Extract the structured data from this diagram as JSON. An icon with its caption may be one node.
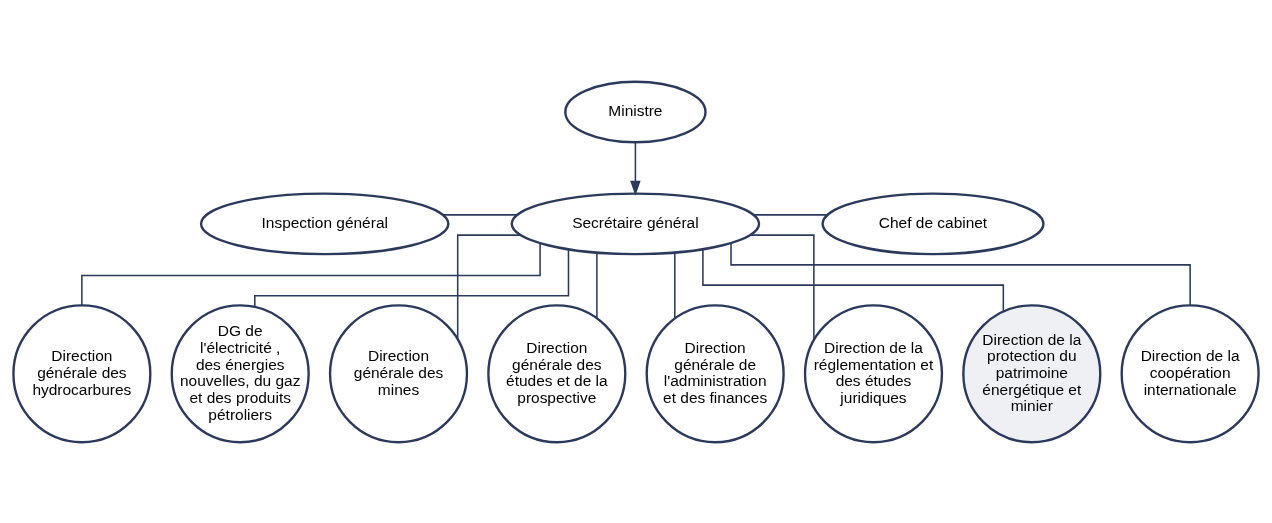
{
  "diagram": {
    "nodes": [
      {
        "text": [
          "Ministre"
        ]
      },
      {
        "text": [
          "Inspection général"
        ]
      },
      {
        "text": [
          "Secrétaire général"
        ]
      },
      {
        "text": [
          "Chef de cabinet"
        ]
      },
      {
        "text": [
          "Direction générale des hydrocarbures"
        ]
      },
      {
        "text": [
          "DG de l'électricité , des énergies nouvelles, du gaz et des produits pétroliers"
        ]
      },
      {
        "text": [
          "Direction générale des mines"
        ]
      },
      {
        "text": [
          "Direction générale des études et de la prospective"
        ]
      },
      {
        "text": [
          "Direction générale de l'administration et des finances"
        ]
      },
      {
        "text": [
          "Direction de la réglementation et des études juridiques"
        ]
      },
      {
        "text": [
          "Direction de la protection du patrimoine énergétique et minier"
        ]
      },
      {
        "text": [
          "Direction de la coopération internationale"
        ]
      }
    ],
    "edges": [
      {
        "from": 0,
        "to": 2,
        "arrow": "to"
      },
      {
        "from": 1,
        "to": 2,
        "arrow": "none"
      },
      {
        "from": 2,
        "to": 3,
        "arrow": "none"
      },
      {
        "from": 2,
        "to": 4,
        "arrow": "none"
      },
      {
        "from": 2,
        "to": 5,
        "arrow": "none"
      },
      {
        "from": 2,
        "to": 6,
        "arrow": "none"
      },
      {
        "from": 2,
        "to": 7,
        "arrow": "none"
      },
      {
        "from": 2,
        "to": 8,
        "arrow": "none"
      },
      {
        "from": 2,
        "to": 9,
        "arrow": "none"
      },
      {
        "from": 2,
        "to": 10,
        "arrow": "none"
      },
      {
        "from": 2,
        "to": 11,
        "arrow": "none"
      }
    ]
  }
}
